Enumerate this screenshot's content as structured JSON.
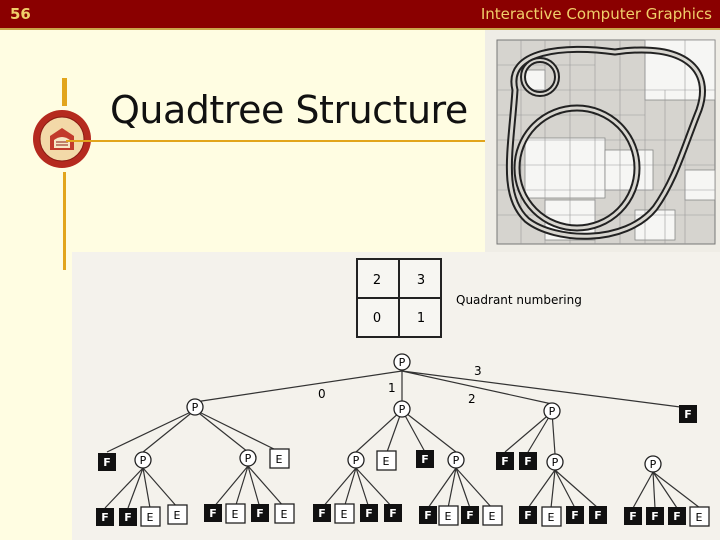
{
  "header": {
    "slide_number": "56",
    "course_title": "Interactive Computer Graphics"
  },
  "slide": {
    "title": "Quadtree Structure"
  },
  "quadrant_legend": {
    "cells": [
      "2",
      "3",
      "0",
      "1"
    ],
    "label": "Quadrant numbering"
  },
  "tree": {
    "root": "P",
    "edge_labels": [
      "0",
      "1",
      "2",
      "3"
    ],
    "level1": [
      "P",
      "P",
      "P",
      "F"
    ],
    "level2": [
      [
        "F",
        "P",
        "P",
        "E"
      ],
      [
        "P",
        "E",
        "F",
        "P"
      ],
      [
        "F",
        "F",
        "P"
      ],
      [
        "P"
      ]
    ],
    "level3": [
      [
        "F",
        "F",
        "E",
        "E"
      ],
      [
        "F",
        "E",
        "F",
        "E"
      ],
      [
        "F",
        "E",
        "F",
        "F"
      ],
      [
        "F",
        "E",
        "F",
        "E"
      ],
      [
        "F",
        "E",
        "F",
        "F"
      ],
      [
        "F",
        "F",
        "F",
        "E"
      ]
    ]
  },
  "colors": {
    "header_bg": "#8a0000",
    "header_text": "#f0cf6a",
    "accent": "#e2a51c",
    "slide_bg": "#fffde2"
  }
}
